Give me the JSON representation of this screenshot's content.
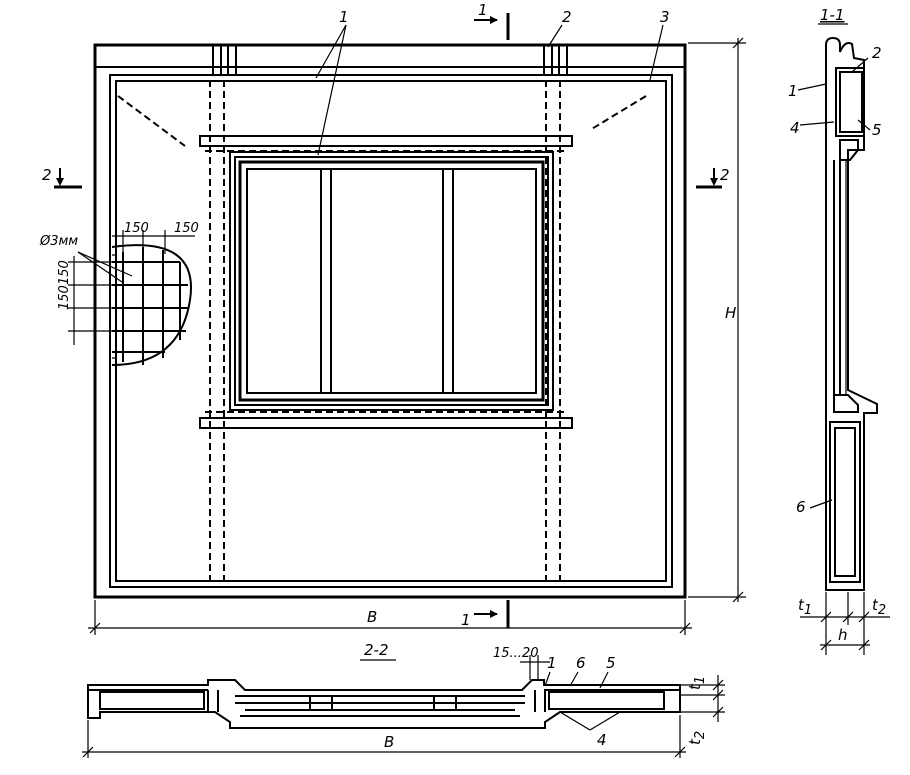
{
  "section_labels": {
    "section_1_1": "1-1",
    "section_2_2": "2-2",
    "cut_1": "1",
    "cut_2": "2"
  },
  "callouts": {
    "c1": "1",
    "c2": "2",
    "c3": "3",
    "c4": "4",
    "c5": "5",
    "c6": "6"
  },
  "dimensions": {
    "width": "B",
    "height": "H",
    "thickness": "h",
    "t1": "t",
    "t1_sub": "1",
    "t2": "t",
    "t2_sub": "2",
    "mesh_step_a": "150",
    "mesh_step_b": "150",
    "mesh_step_c": "150",
    "mesh_step_d": "150",
    "gap": "15...20",
    "wire": "Ø3мм"
  }
}
